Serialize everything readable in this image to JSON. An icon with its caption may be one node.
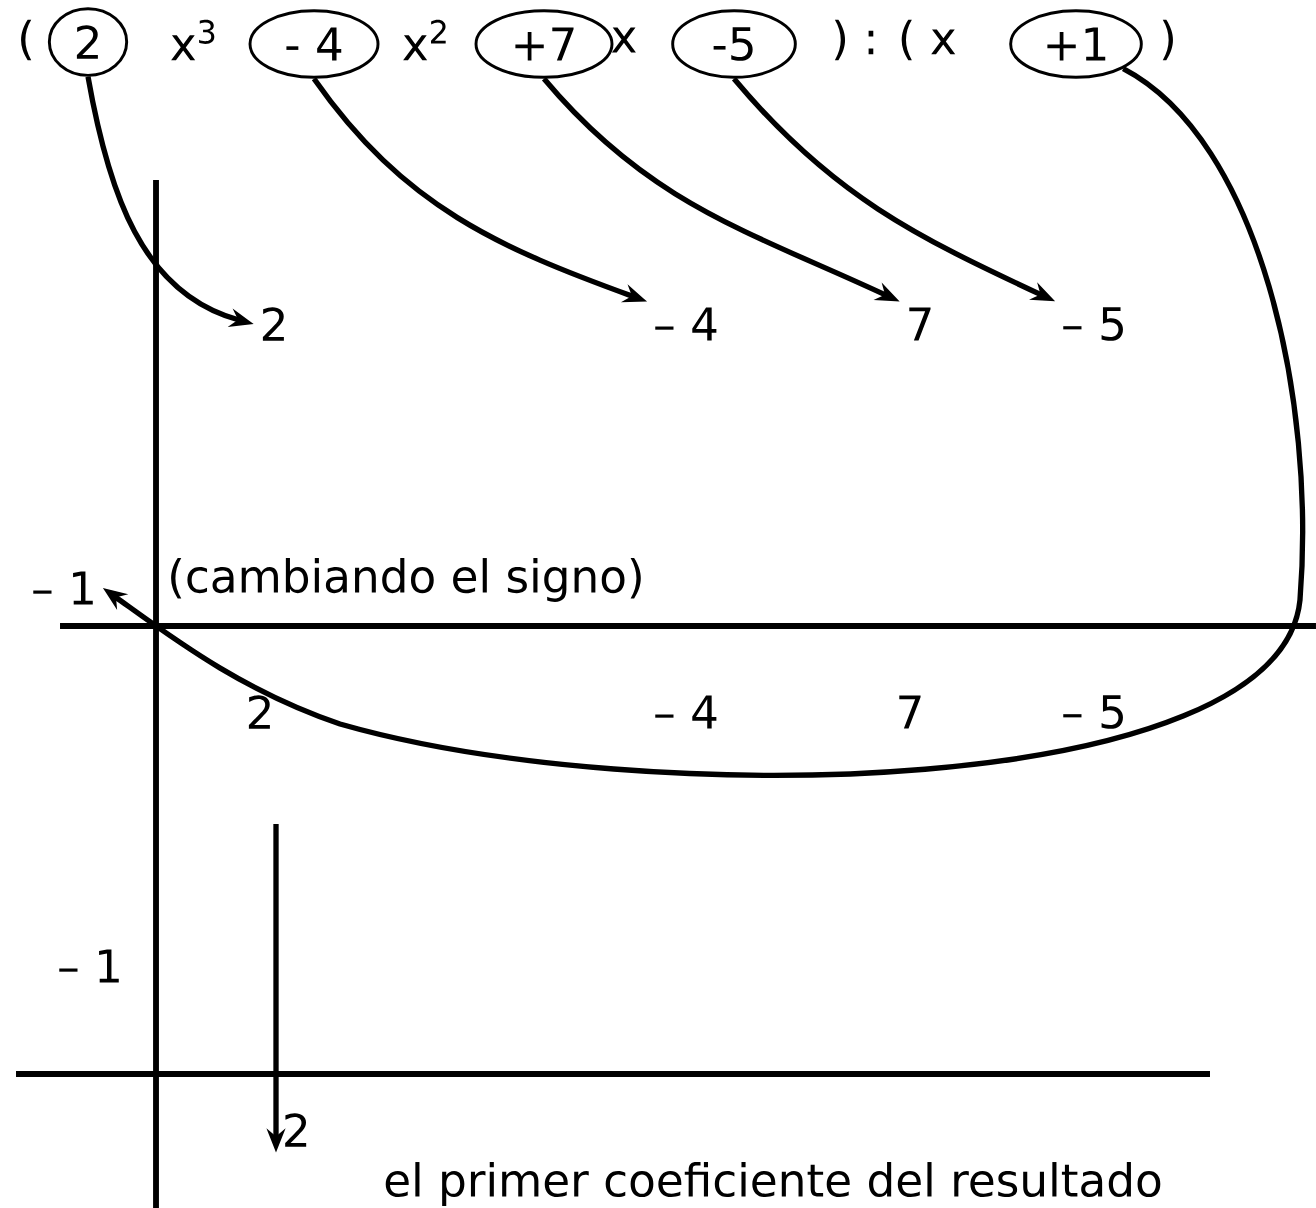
{
  "diagram": {
    "nodes": [
      {
        "text": [
          "2"
        ]
      },
      {
        "text": [
          "- 4"
        ]
      },
      {
        "text": [
          "+7"
        ]
      },
      {
        "text": [
          "-5"
        ]
      },
      {
        "text": [
          "+1"
        ]
      },
      {
        "text": [
          "2"
        ]
      },
      {
        "text": [
          "– 4"
        ]
      },
      {
        "text": [
          "7"
        ]
      },
      {
        "text": [
          "– 5"
        ]
      },
      {
        "text": [
          "– 1"
        ]
      },
      {
        "text": [
          "2"
        ]
      }
    ],
    "edges": [
      {
        "from": 0,
        "to": 5,
        "arrow": "to"
      },
      {
        "from": 1,
        "to": 6,
        "arrow": "to"
      },
      {
        "from": 2,
        "to": 7,
        "arrow": "to"
      },
      {
        "from": 3,
        "to": 8,
        "arrow": "to"
      },
      {
        "from": 4,
        "to": 9,
        "arrow": "to"
      },
      {
        "from": null,
        "to": 10,
        "arrow": "to"
      }
    ],
    "labels": [
      "(",
      "x$^{3}$",
      "x$^{2}$",
      "x",
      ") : ( x",
      ")",
      "(cambiando el signo)",
      "2",
      "– 4",
      "7",
      "– 5",
      "– 1",
      "el primer coeficiente del resultado"
    ]
  }
}
